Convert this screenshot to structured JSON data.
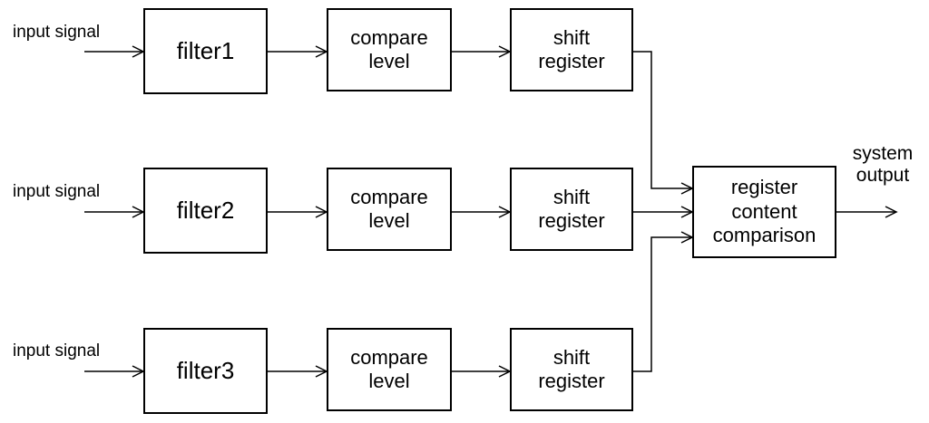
{
  "rows": [
    {
      "input_label": "input signal",
      "filter_label": "filter1",
      "compare_line1": "compare",
      "compare_line2": "level",
      "shift_line1": "shift",
      "shift_line2": "register"
    },
    {
      "input_label": "input signal",
      "filter_label": "filter2",
      "compare_line1": "compare",
      "compare_line2": "level",
      "shift_line1": "shift",
      "shift_line2": "register"
    },
    {
      "input_label": "input signal",
      "filter_label": "filter3",
      "compare_line1": "compare",
      "compare_line2": "level",
      "shift_line1": "shift",
      "shift_line2": "register"
    }
  ],
  "comparison": {
    "line1": "register",
    "line2": "content",
    "line3": "comparison"
  },
  "output": {
    "line1": "system",
    "line2": "output"
  }
}
